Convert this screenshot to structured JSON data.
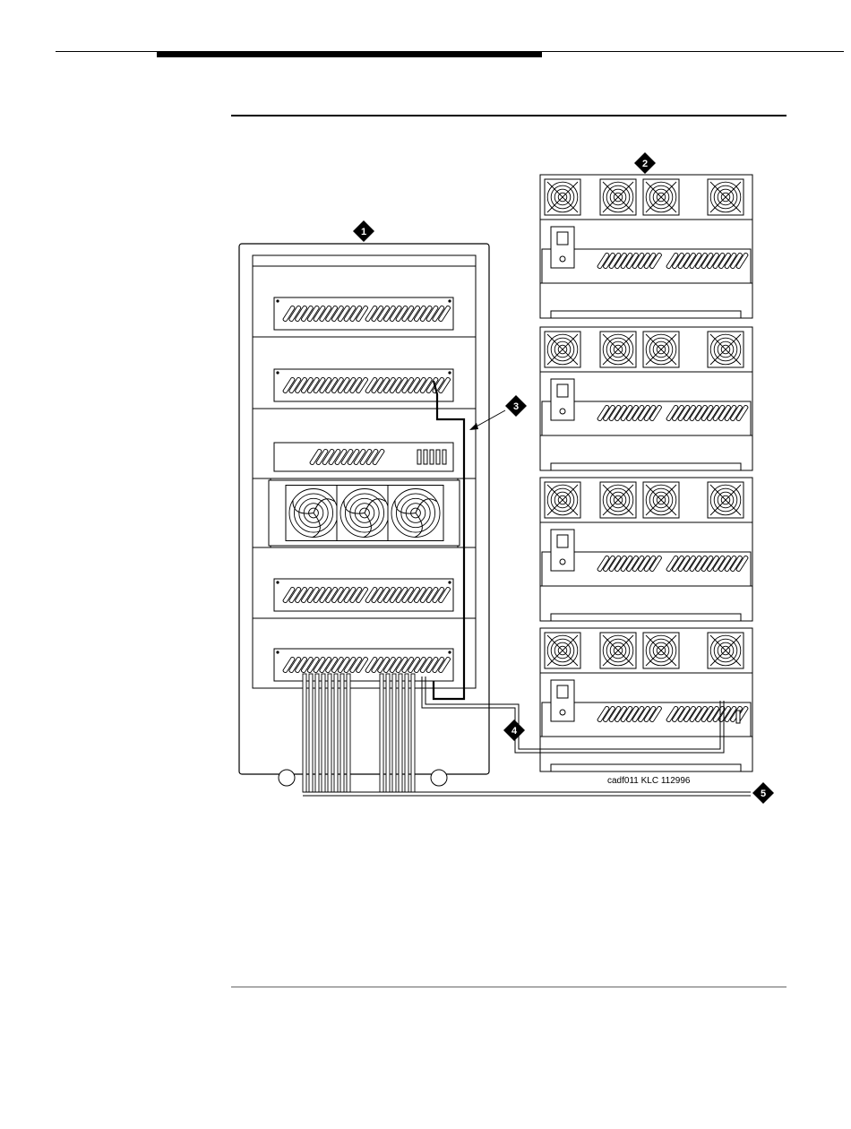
{
  "figure": {
    "image_code": "cadf011 KLC 112996",
    "callouts": [
      {
        "id": "1",
        "label": "1"
      },
      {
        "id": "2",
        "label": "2"
      },
      {
        "id": "3",
        "label": "3"
      },
      {
        "id": "4",
        "label": "4"
      },
      {
        "id": "5",
        "label": "5"
      }
    ]
  },
  "colors": {
    "ink": "#000000",
    "paper": "#ffffff"
  }
}
